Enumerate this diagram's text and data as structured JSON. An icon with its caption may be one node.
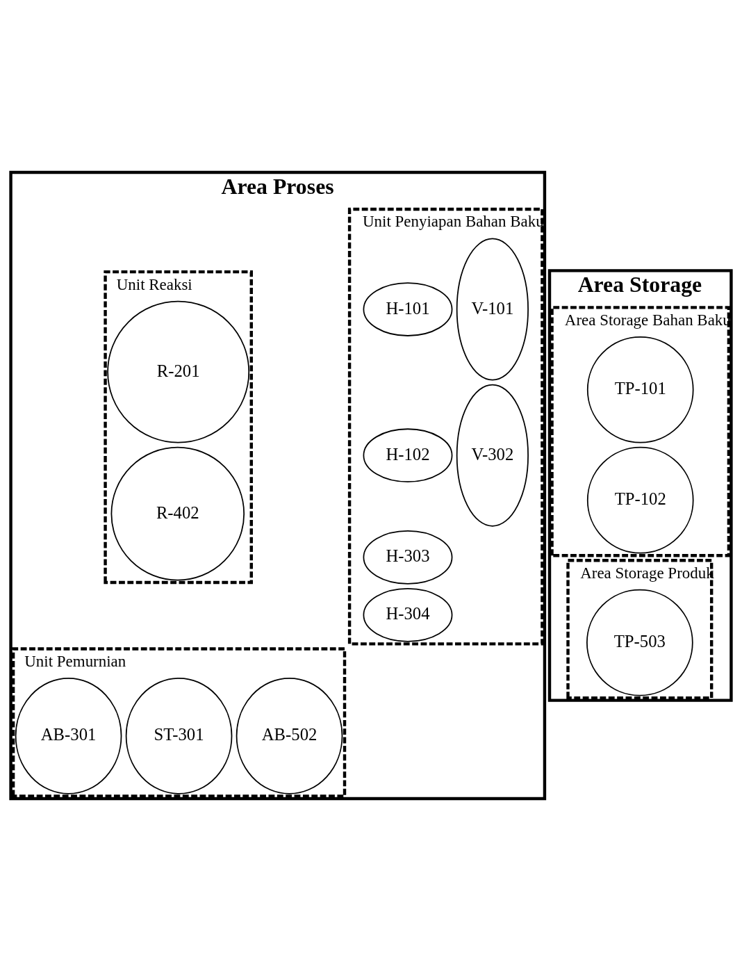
{
  "diagram": {
    "nodes": [
      {
        "text": [
          "Area Proses"
        ]
      },
      {
        "text": [
          "Unit Reaksi"
        ],
        "in": 0
      },
      {
        "text": [
          "R-201"
        ],
        "in": 1
      },
      {
        "text": [
          "R-402"
        ],
        "in": 1
      },
      {
        "text": [
          "Unit Pemurnian"
        ],
        "in": 0
      },
      {
        "text": [
          "AB-301"
        ],
        "in": 4
      },
      {
        "text": [
          "ST-301"
        ],
        "in": 4
      },
      {
        "text": [
          "AB-502"
        ],
        "in": 4
      },
      {
        "text": [
          "Unit Penyiapan Bahan Baku"
        ],
        "in": 0
      },
      {
        "text": [
          "H-101"
        ],
        "in": 8
      },
      {
        "text": [
          "H-102"
        ],
        "in": 8
      },
      {
        "text": [
          "H-303"
        ],
        "in": 8
      },
      {
        "text": [
          "H-304"
        ],
        "in": 8
      },
      {
        "text": [
          "V-101"
        ],
        "in": 8
      },
      {
        "text": [
          "V-302"
        ],
        "in": 8
      },
      {
        "text": [
          "Area Storage"
        ]
      },
      {
        "text": [
          "Area Storage Bahan Baku"
        ],
        "in": 15
      },
      {
        "text": [
          "TP-101"
        ],
        "in": 16
      },
      {
        "text": [
          "TP-102"
        ],
        "in": 16
      },
      {
        "text": [
          "Area Storage Produk"
        ],
        "in": 15
      },
      {
        "text": [
          "TP-503"
        ],
        "in": 19
      }
    ]
  }
}
